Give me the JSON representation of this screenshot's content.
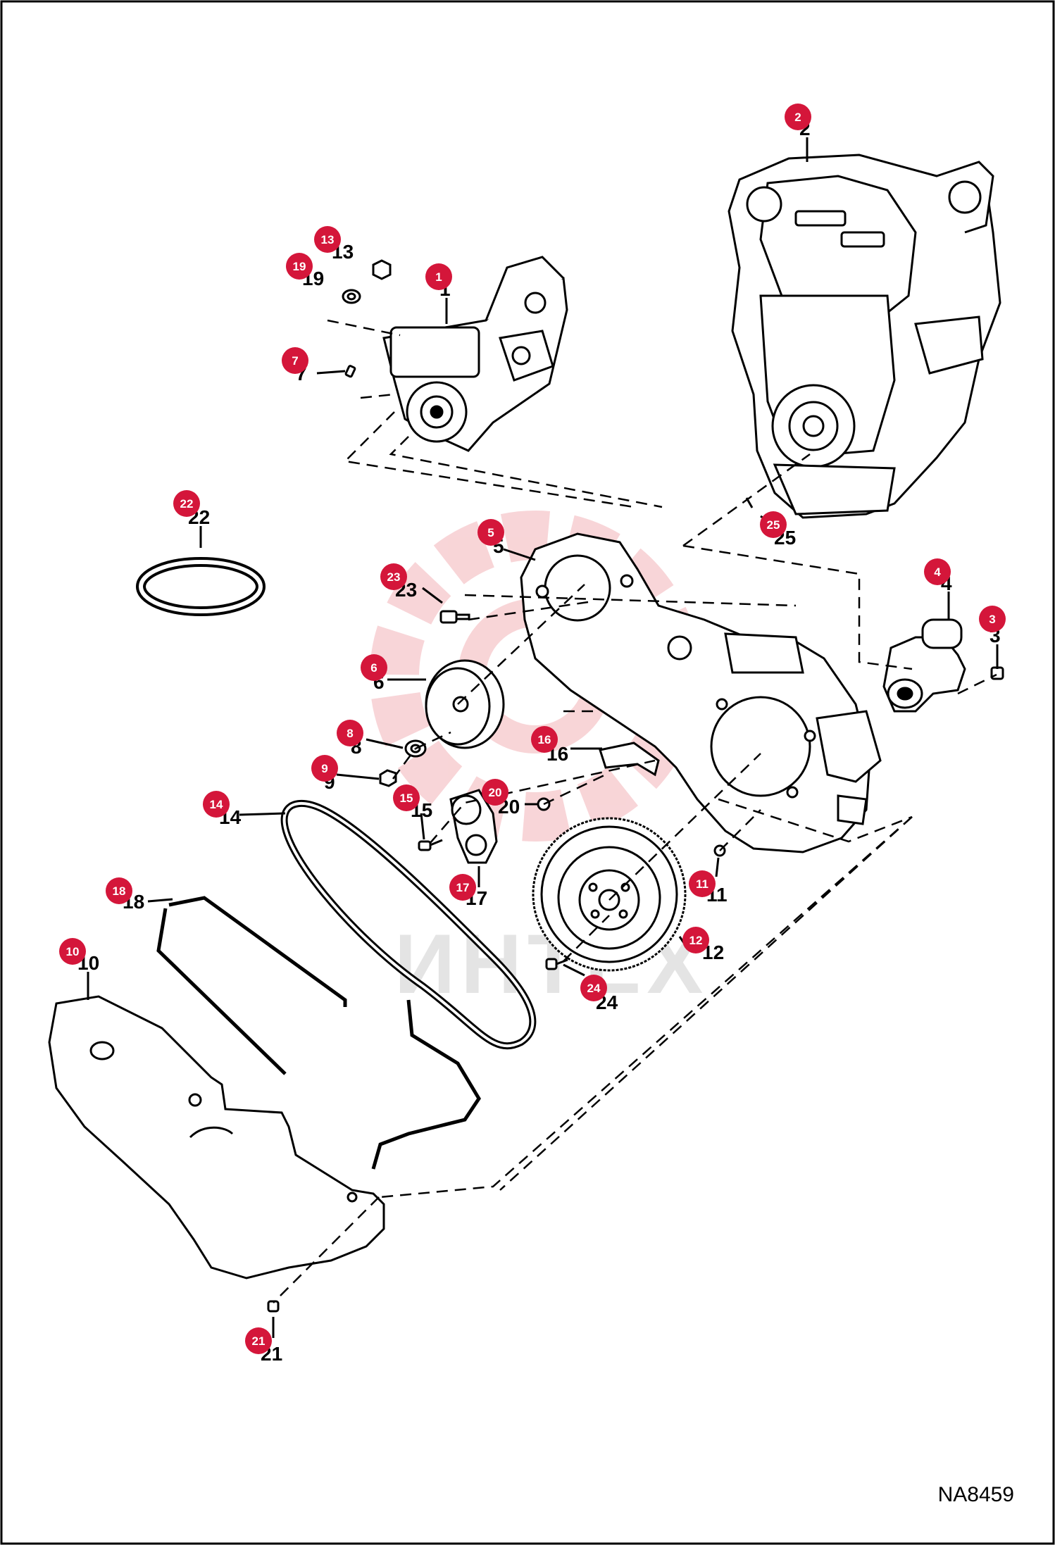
{
  "figure_ref": "NA8459",
  "watermark": "ИНТЕХ",
  "colors": {
    "badge": "#d4163a",
    "line": "#000000",
    "watermark_red": "#f3b3b8"
  },
  "callouts": [
    {
      "n": "1"
    },
    {
      "n": "2"
    },
    {
      "n": "3"
    },
    {
      "n": "4"
    },
    {
      "n": "5"
    },
    {
      "n": "6"
    },
    {
      "n": "7"
    },
    {
      "n": "8"
    },
    {
      "n": "9"
    },
    {
      "n": "10"
    },
    {
      "n": "11"
    },
    {
      "n": "12"
    },
    {
      "n": "13"
    },
    {
      "n": "14"
    },
    {
      "n": "15"
    },
    {
      "n": "16"
    },
    {
      "n": "17"
    },
    {
      "n": "18"
    },
    {
      "n": "19"
    },
    {
      "n": "20"
    },
    {
      "n": "21"
    },
    {
      "n": "22"
    },
    {
      "n": "23"
    },
    {
      "n": "24"
    },
    {
      "n": "25"
    }
  ]
}
